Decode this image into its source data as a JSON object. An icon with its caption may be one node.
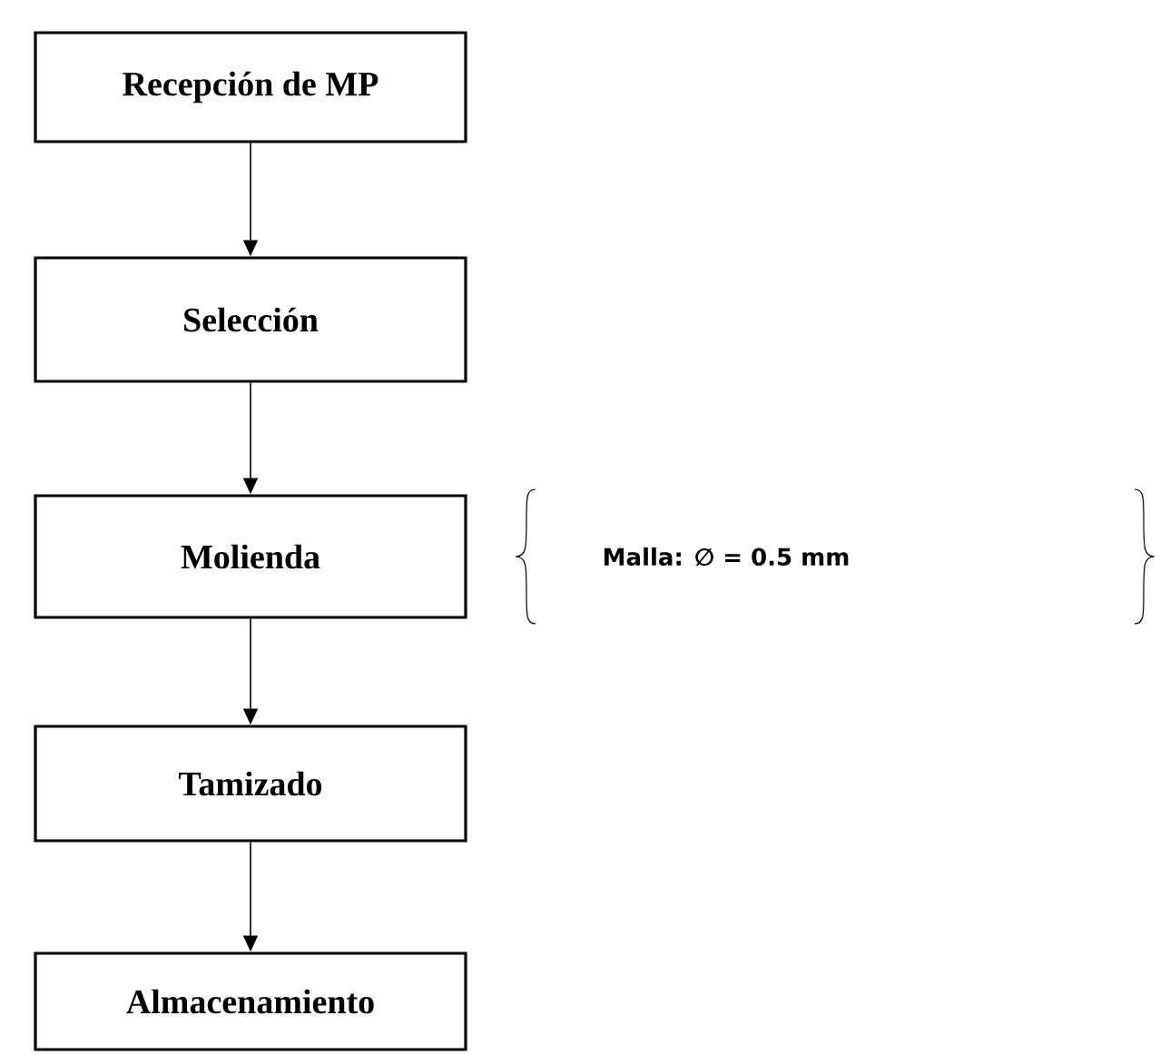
{
  "diagram": {
    "nodes": [
      {
        "text": [
          "Recepción de MP"
        ]
      },
      {
        "text": [
          "Selección"
        ]
      },
      {
        "text": [
          "Molienda"
        ]
      },
      {
        "text": [
          "Tamizado"
        ]
      },
      {
        "text": [
          "Almacenamiento"
        ]
      }
    ],
    "edges": [
      {
        "from": 0,
        "to": 1,
        "arrow": "to"
      },
      {
        "from": 1,
        "to": 2,
        "arrow": "to"
      },
      {
        "from": 2,
        "to": 3,
        "arrow": "to"
      },
      {
        "from": 3,
        "to": 4,
        "arrow": "to"
      }
    ],
    "labels": [
      "Malla: ∅ = 0.5 mm"
    ]
  }
}
